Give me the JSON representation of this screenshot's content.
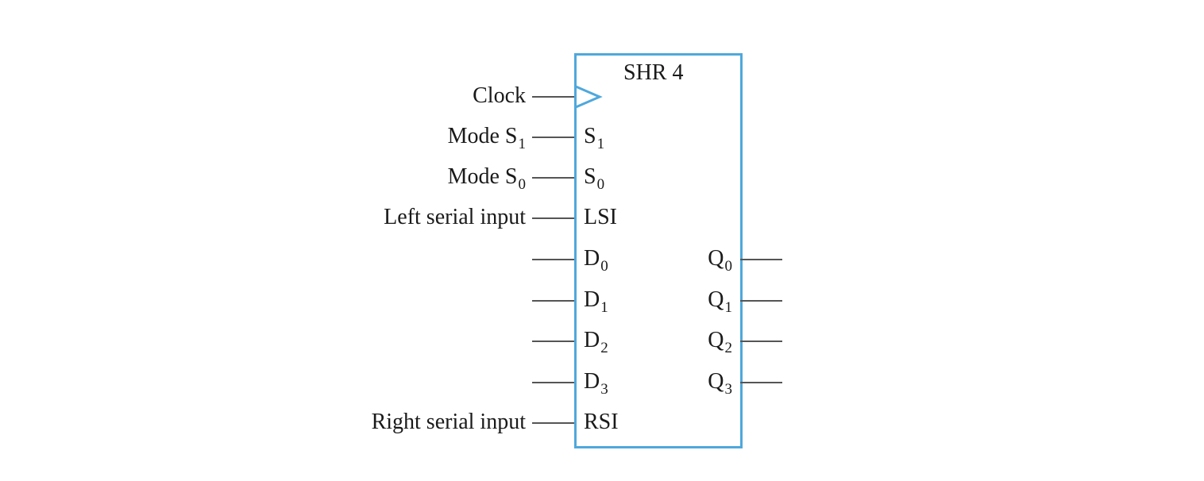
{
  "diagram": {
    "title": "SHR 4",
    "box_color": "#4fa8dc",
    "wire_color": "#555555",
    "inputs": [
      {
        "external": "Clock",
        "external_sub": "",
        "pin": "",
        "pin_sub": "",
        "clock": true
      },
      {
        "external": "Mode S",
        "external_sub": "1",
        "pin": "S",
        "pin_sub": "1"
      },
      {
        "external": "Mode S",
        "external_sub": "0",
        "pin": "S",
        "pin_sub": "0"
      },
      {
        "external": "Left serial input",
        "external_sub": "",
        "pin": "LSI",
        "pin_sub": ""
      },
      {
        "external": "",
        "external_sub": "",
        "pin": "D",
        "pin_sub": "0"
      },
      {
        "external": "",
        "external_sub": "",
        "pin": "D",
        "pin_sub": "1"
      },
      {
        "external": "",
        "external_sub": "",
        "pin": "D",
        "pin_sub": "2"
      },
      {
        "external": "",
        "external_sub": "",
        "pin": "D",
        "pin_sub": "3"
      },
      {
        "external": "Right serial input",
        "external_sub": "",
        "pin": "RSI",
        "pin_sub": ""
      }
    ],
    "outputs": [
      {
        "pin": "Q",
        "pin_sub": "0"
      },
      {
        "pin": "Q",
        "pin_sub": "1"
      },
      {
        "pin": "Q",
        "pin_sub": "2"
      },
      {
        "pin": "Q",
        "pin_sub": "3"
      }
    ]
  }
}
